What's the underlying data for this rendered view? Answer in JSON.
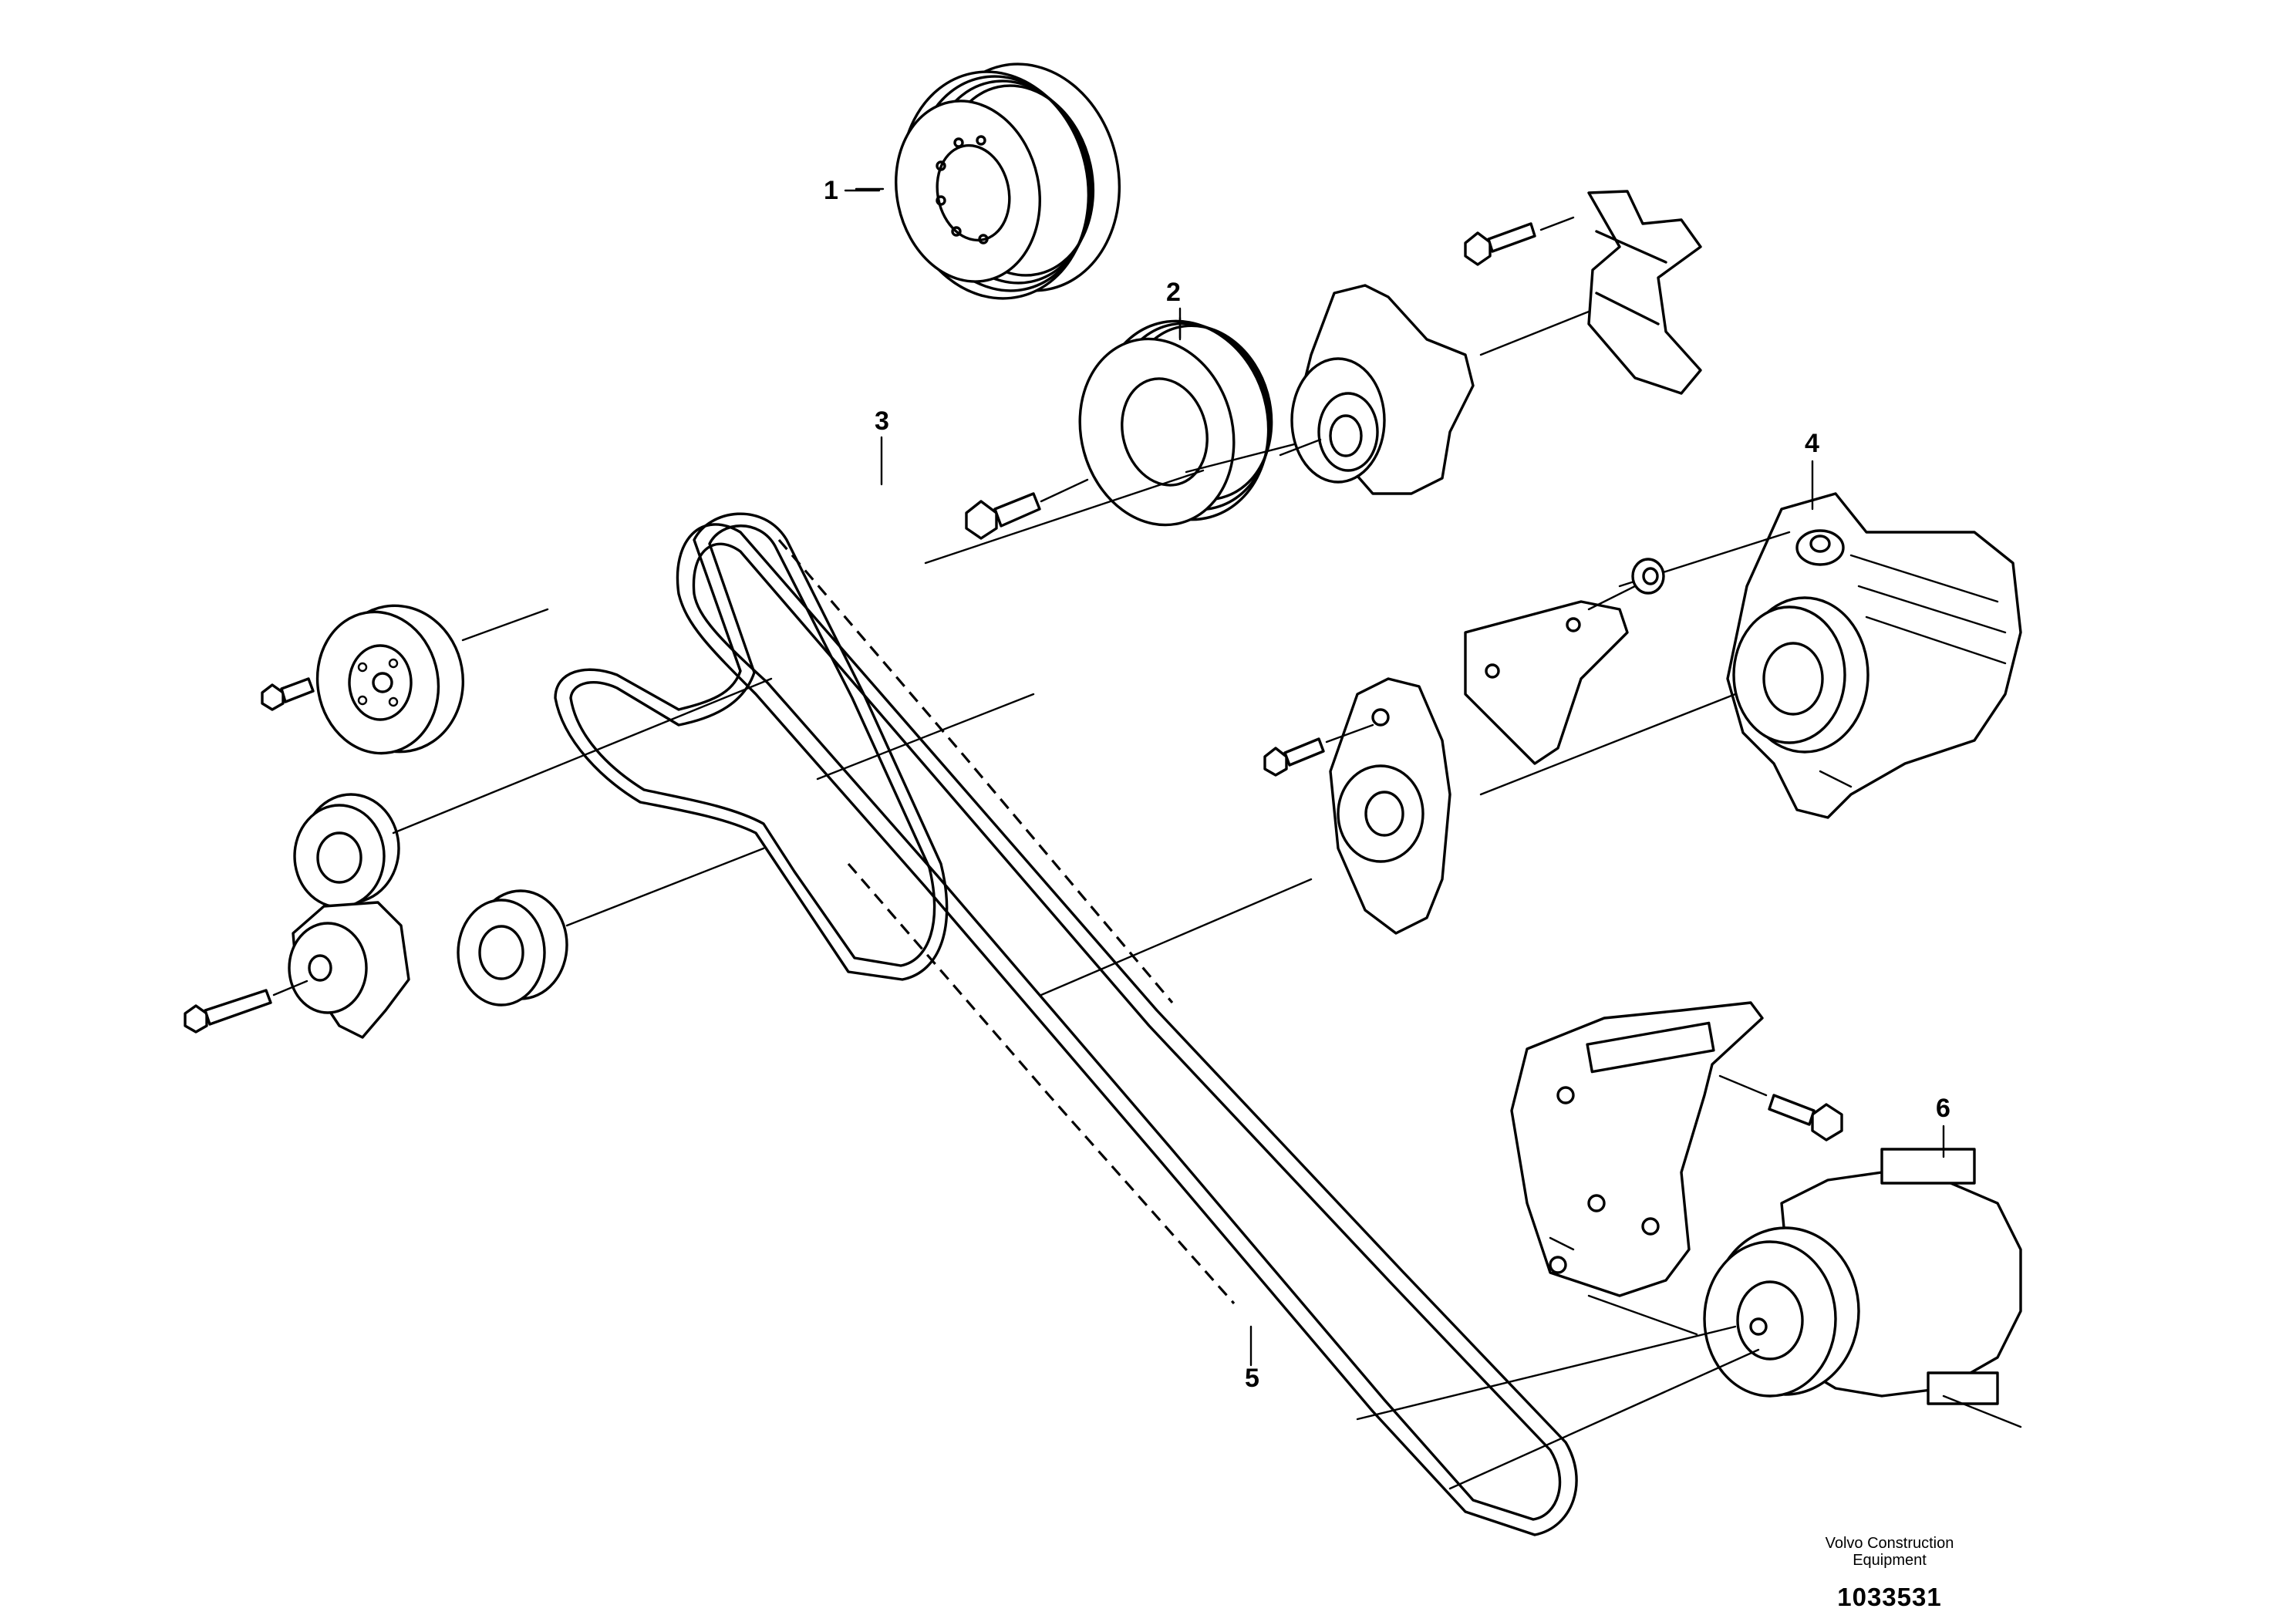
{
  "callouts": [
    {
      "id": "1",
      "label": "1"
    },
    {
      "id": "2",
      "label": "2"
    },
    {
      "id": "3",
      "label": "3"
    },
    {
      "id": "4",
      "label": "4"
    },
    {
      "id": "5",
      "label": "5"
    },
    {
      "id": "6",
      "label": "6"
    }
  ],
  "footer": {
    "manufacturer_line1": "Volvo Construction",
    "manufacturer_line2": "Equipment",
    "document_number": "1033531"
  }
}
